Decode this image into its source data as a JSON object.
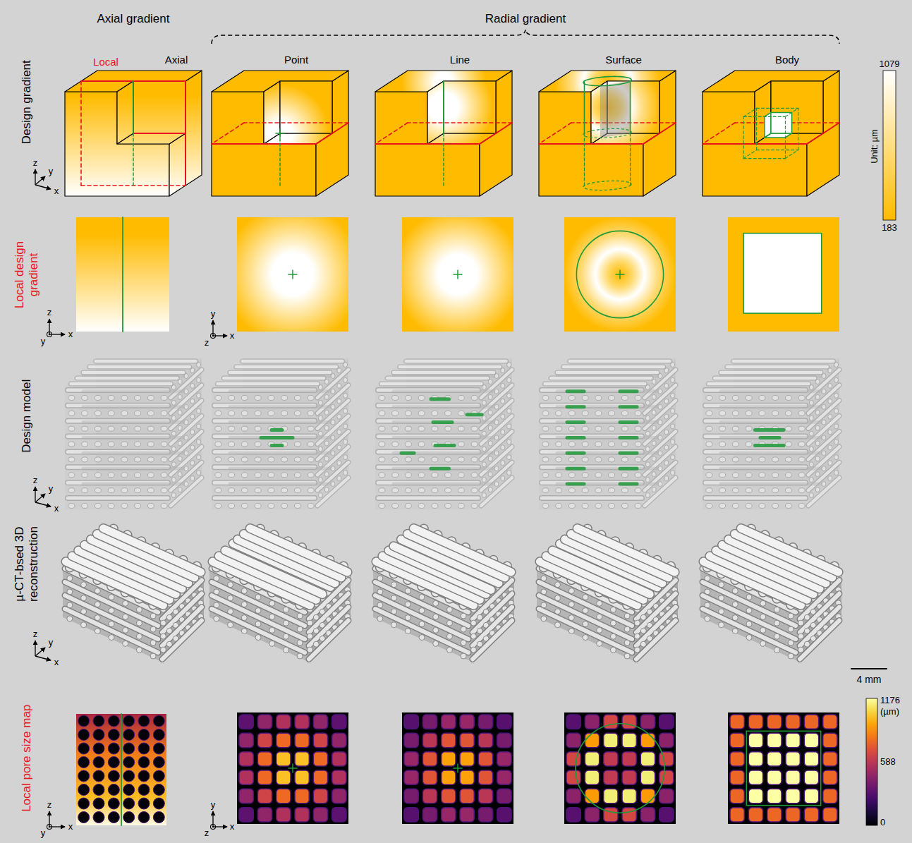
{
  "diagram": {
    "labels": [
      "Axial gradient",
      "Radial gradient",
      "Design gradient",
      "Axial",
      "Local",
      "Point",
      "Line",
      "Surface",
      "Body",
      "Unit: µm",
      "1079",
      "183",
      "z",
      "y",
      "x",
      "Local design gradient",
      "z",
      "y",
      "x",
      "y",
      "z",
      "x",
      "Design model",
      "z",
      "y",
      "x",
      "µ-CT-bsed 3D reconstruction",
      "z",
      "y",
      "x",
      "4 mm",
      "Local pore size map",
      "z",
      "y",
      "x",
      "y",
      "z",
      "x",
      "1176",
      "(µm)",
      "588",
      "0"
    ]
  }
}
